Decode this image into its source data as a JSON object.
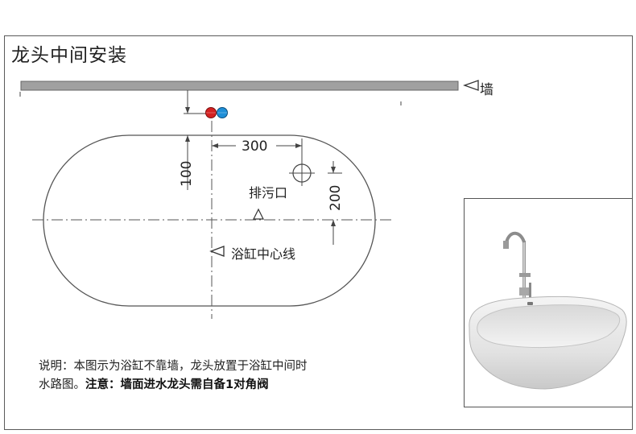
{
  "title": "龙头中间安装",
  "wall_label": "墙",
  "dimensions": {
    "faucet_to_drain": "300",
    "wall_to_tub": "100",
    "drain_to_centerline": "200"
  },
  "drain_label": "排污口",
  "centerline_label": "浴缸中心线",
  "note": {
    "line1": "说明：本图示为浴缸不靠墙，龙头放置于浴缸中间时",
    "line2_normal": "水路图。",
    "line2_bold": "注意：墙面进水龙头需自备1对角阀"
  },
  "colors": {
    "hot_valve": "#d42121",
    "cold_valve": "#1e8fd8",
    "wall": "#a0a0a0",
    "line": "#444444"
  },
  "icons": {
    "hot": "hot-water-valve-icon",
    "cold": "cold-water-valve-icon",
    "drain": "drain-crosshair-icon"
  }
}
